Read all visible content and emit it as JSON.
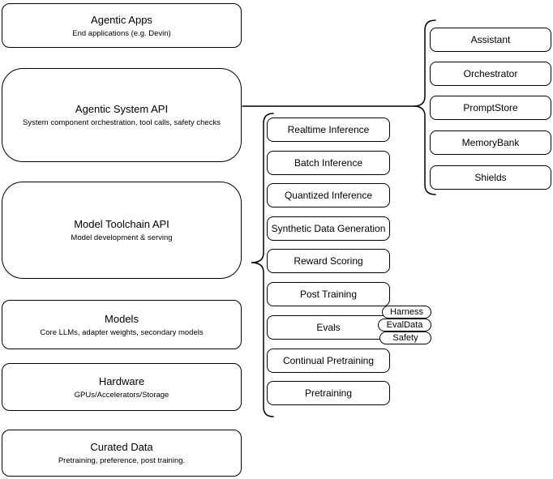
{
  "stack": {
    "layers": [
      {
        "title": "Agentic Apps",
        "subtitle": "End applications (e.g. Devin)"
      },
      {
        "title": "Agentic System API",
        "subtitle": "System component orchestration, tool calls, safety checks"
      },
      {
        "title": "Model Toolchain API",
        "subtitle": "Model development & serving"
      },
      {
        "title": "Models",
        "subtitle": "Core LLMs, adapter weights, secondary models"
      },
      {
        "title": "Hardware",
        "subtitle": "GPUs/Accelerators/Storage"
      },
      {
        "title": "Curated Data",
        "subtitle": "Pretraining, preference, post training."
      }
    ]
  },
  "toolchain_components": {
    "items": [
      "Realtime Inference",
      "Batch Inference",
      "Quantized Inference",
      "Synthetic Data Generation",
      "Reward Scoring",
      "Post Training",
      "Evals",
      "Continual Pretraining",
      "Pretraining"
    ]
  },
  "evals_modules": {
    "items": [
      "Harness",
      "EvalData",
      "Safety"
    ]
  },
  "system_components": {
    "items": [
      "Assistant",
      "Orchestrator",
      "PromptStore",
      "MemoryBank",
      "Shields"
    ]
  },
  "colors": {
    "stroke": "#000000",
    "fill": "#ffffff",
    "text": "#000000"
  }
}
